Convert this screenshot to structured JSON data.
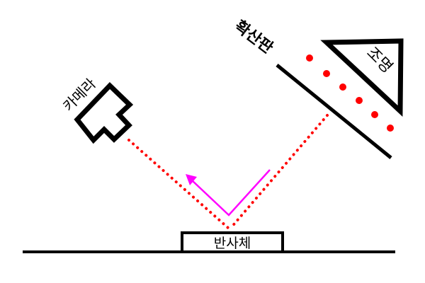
{
  "labels": {
    "diffuser": "확산판",
    "light": "조명",
    "camera": "카메라",
    "reflector": "반사체"
  },
  "colors": {
    "line": "#000000",
    "dots": "#ff0000",
    "arrow": "#ff00ff",
    "background": "#ffffff"
  }
}
